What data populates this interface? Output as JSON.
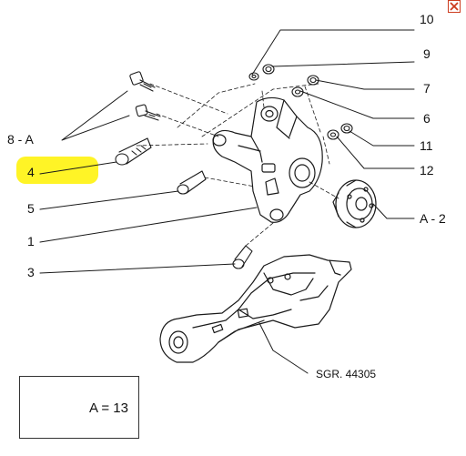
{
  "callouts": {
    "c10": "10",
    "c9": "9",
    "c7": "7",
    "c6": "6",
    "c11": "11",
    "c12": "12",
    "cA2": "A - 2",
    "c8A": "8 - A",
    "c4": "4",
    "c5": "5",
    "c1": "1",
    "c3": "3"
  },
  "reference": "SGR. 44305",
  "legend": {
    "text": "A = 13"
  },
  "colors": {
    "highlight": "#fff200",
    "line": "#1a1a1a",
    "close": "#cc3b1e"
  },
  "icons": {
    "close": "close-icon",
    "legend": "torque-legend-icon"
  }
}
